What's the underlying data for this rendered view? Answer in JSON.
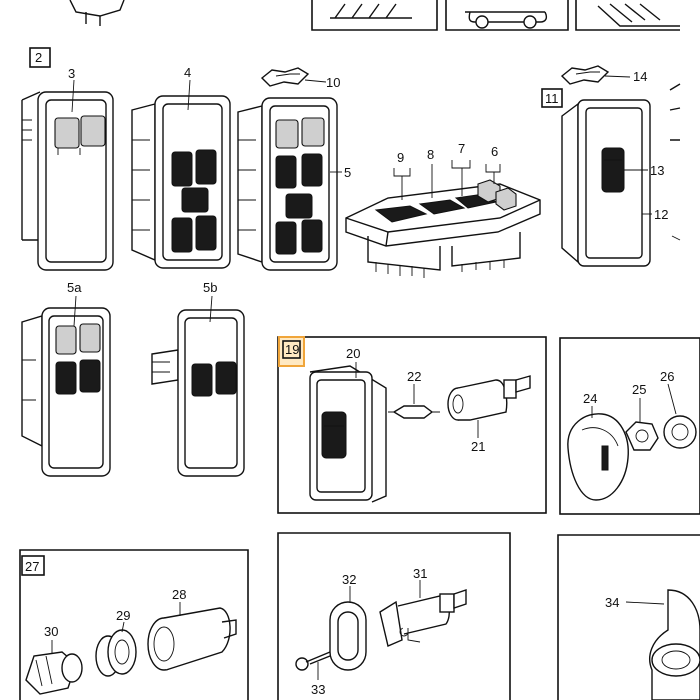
{
  "box_labels": {
    "b2": "2",
    "b11": "11",
    "b19": "19",
    "b27": "27"
  },
  "part_labels": {
    "p3": "3",
    "p4": "4",
    "p5": "5",
    "p5a": "5a",
    "p5b": "5b",
    "p6": "6",
    "p7": "7",
    "p8": "8",
    "p9": "9",
    "p10": "10",
    "p12": "12",
    "p13": "13",
    "p14": "14",
    "p20": "20",
    "p21": "21",
    "p22": "22",
    "p24": "24",
    "p25": "25",
    "p26": "26",
    "p28": "28",
    "p29": "29",
    "p30": "30",
    "p31": "31",
    "p32": "32",
    "p33": "33",
    "p34": "34"
  },
  "colors": {
    "highlight_fill": "#ffe9c2",
    "highlight_border": "#f0a53a"
  }
}
